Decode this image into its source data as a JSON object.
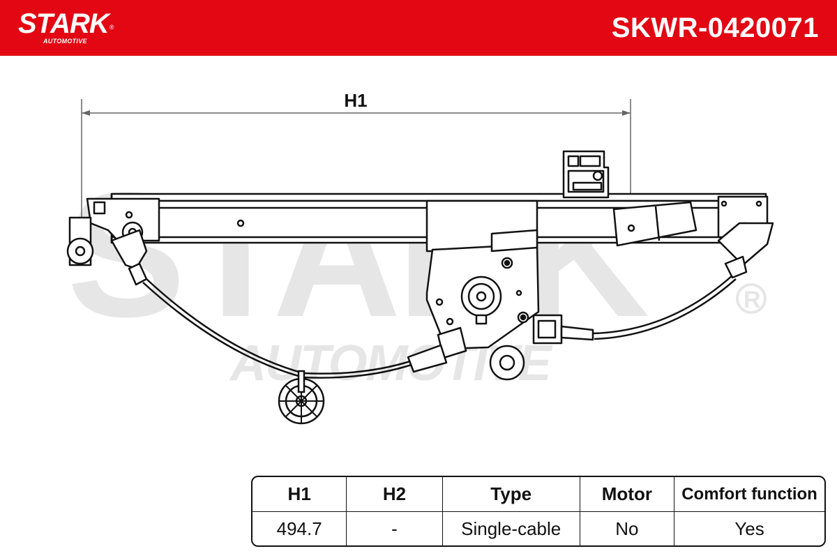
{
  "header": {
    "brand": "STARK",
    "brand_sub": "AUTOMOTIVE",
    "part_number": "SKWR-0420071",
    "color": "#e30613"
  },
  "drawing": {
    "dimension_label": "H1",
    "watermark_main": "STARK",
    "watermark_sub": "AUTOMOTIVE",
    "icon": "window-regulator-drawing"
  },
  "table": {
    "headers": [
      "H1",
      "H2",
      "Type",
      "Motor",
      "Comfort function"
    ],
    "values": [
      "494.7",
      "-",
      "Single-cable",
      "No",
      "Yes"
    ]
  }
}
